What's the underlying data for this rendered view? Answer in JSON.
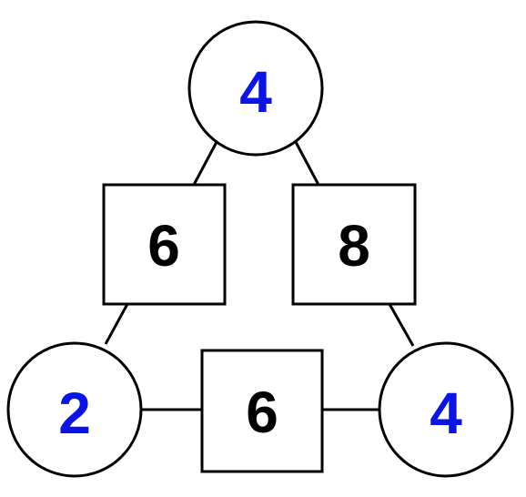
{
  "colors": {
    "circle_number": "#0a14e6",
    "box_number": "#000000",
    "stroke": "#000000",
    "background": "#ffffff"
  },
  "circles": {
    "top": "4",
    "bottom_left": "2",
    "bottom_right": "4"
  },
  "boxes": {
    "left": "6",
    "right": "8",
    "bottom": "6"
  }
}
